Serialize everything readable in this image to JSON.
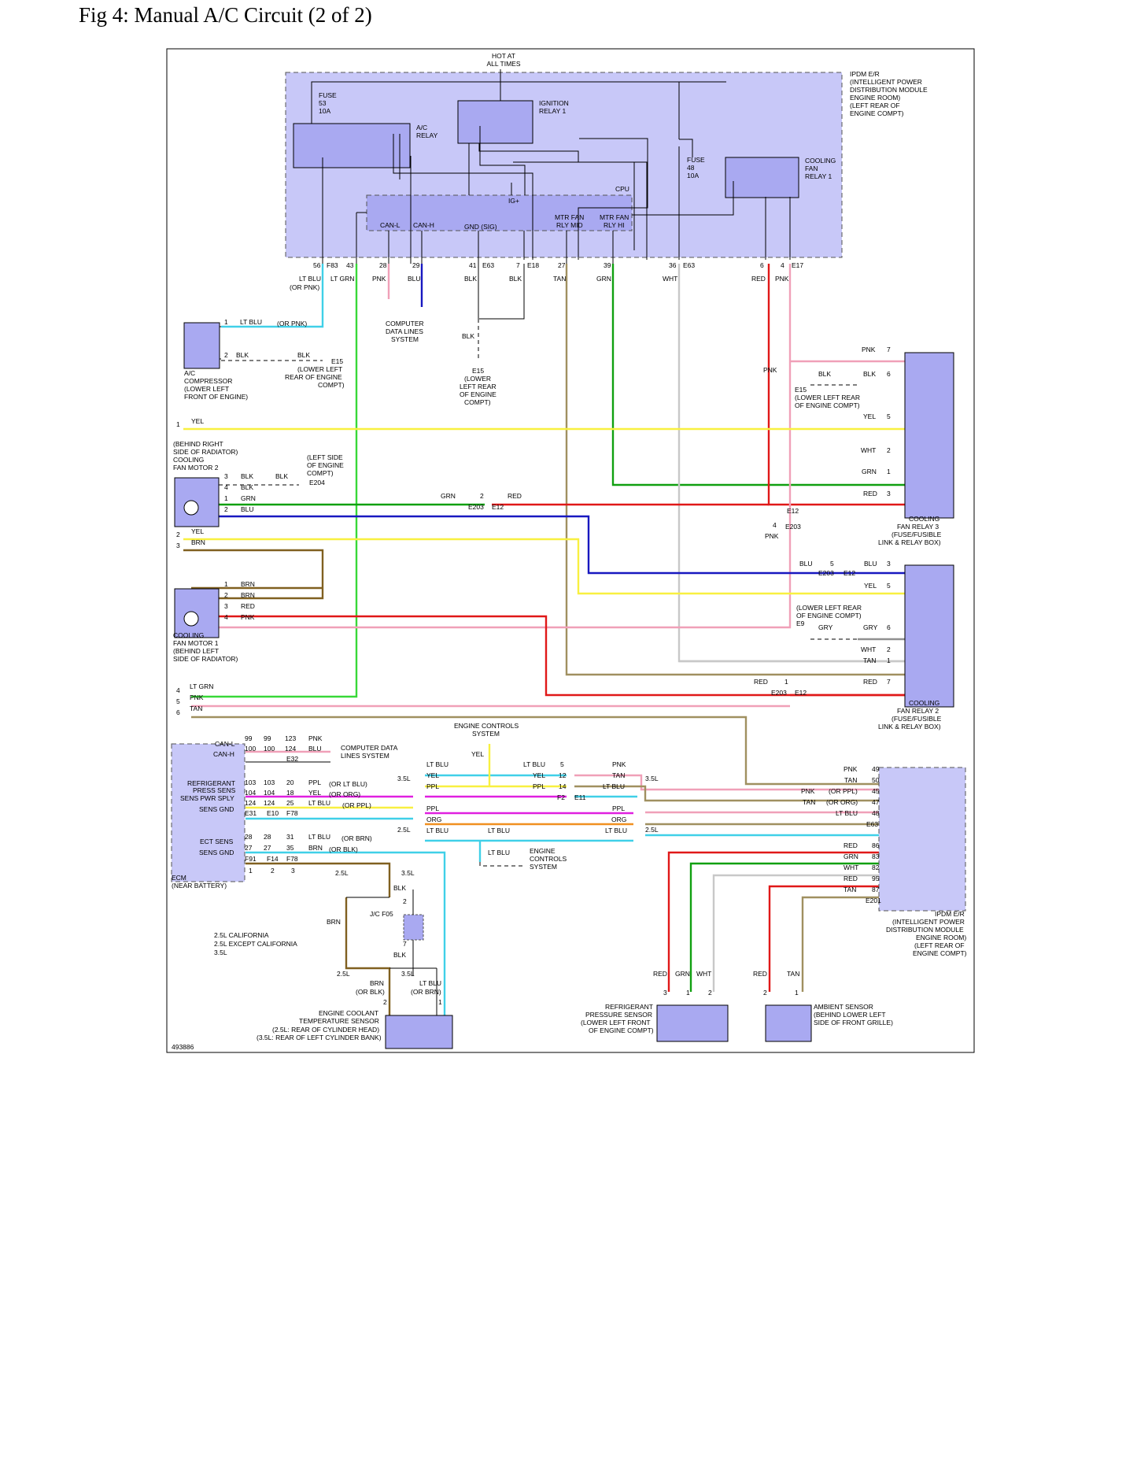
{
  "figure": {
    "title": "Fig 4: Manual A/C Circuit (2 of 2)",
    "id": "493886"
  },
  "colors": {
    "ltblu": "#40d0e8",
    "ltgrn": "#38d838",
    "pnk": "#f0a0b8",
    "blu": "#1818c0",
    "blk": "#000000",
    "tan": "#a09060",
    "grn": "#10a010",
    "wht": "#c8c8c8",
    "red": "#e01818",
    "yel": "#f8f040",
    "brn": "#806020",
    "ppl": "#e020e0",
    "org": "#f09020",
    "gry": "#909090",
    "module": "#c8c8f8",
    "relay": "#a9a9f1"
  },
  "ipdm": {
    "hot": [
      "HOT AT",
      "ALL TIMES"
    ],
    "name": [
      "IPDM E/R",
      "(INTELLIGENT POWER",
      "DISTRIBUTION MODULE",
      "ENGINE ROOM)",
      "(LEFT REAR OF",
      "ENGINE COMPT)"
    ],
    "fuse53": [
      "FUSE",
      "53",
      "10A"
    ],
    "fuse48": [
      "FUSE",
      "48",
      "10A"
    ],
    "ac_relay": [
      "A/C",
      "RELAY"
    ],
    "ign_relay": [
      "IGNITION",
      "RELAY 1"
    ],
    "cfan_relay1": [
      "COOLING",
      "FAN",
      "RELAY 1"
    ],
    "cpu": "CPU",
    "igplus": "IG+",
    "canl": "CAN-L",
    "canh": "CAN-H",
    "gnd": "GND (SIG)",
    "mtr_mid": [
      "MTR FAN",
      "RLY MID"
    ],
    "mtr_hi": [
      "MTR FAN",
      "RLY HI"
    ],
    "pins": [
      "56",
      "F83",
      "43",
      "28",
      "29",
      "41",
      "E63",
      "7",
      "E18",
      "27",
      "39",
      "36",
      "E63",
      "6",
      "4",
      "E17"
    ],
    "wires": [
      "LT BLU",
      "(OR PNK)",
      "LT GRN",
      "PNK",
      "BLU",
      "BLK",
      "BLK",
      "TAN",
      "GRN",
      "WHT",
      "RED",
      "PNK"
    ]
  },
  "ac_comp": {
    "label": [
      "A/C",
      "COMPRESSOR",
      "(LOWER LEFT",
      "FRONT OF ENGINE)"
    ],
    "p1": "1",
    "p2": "2",
    "w1": "LT BLU",
    "w1b": "(OR PNK)",
    "w2": "BLK",
    "w3": "BLK",
    "gnd": "E15",
    "gnd_loc": [
      "(LOWER LEFT",
      "REAR OF ENGINE",
      "COMPT)"
    ]
  },
  "cdl1": [
    "COMPUTER",
    "DATA LINES",
    "SYSTEM"
  ],
  "e15_mid": {
    "wire": "BLK",
    "label": [
      "E15",
      "(LOWER",
      "LEFT REAR",
      "OF ENGINE",
      "COMPT)"
    ]
  },
  "cfm2": {
    "loc": [
      "(BEHIND RIGHT",
      "SIDE OF RADIATOR)",
      "COOLING",
      "FAN MOTOR 2"
    ],
    "pins": [
      "3",
      "4",
      "1",
      "2"
    ],
    "wires": [
      "BLK",
      "BLK",
      "GRN",
      "BLU"
    ],
    "w_blk": "BLK",
    "gnd": "E204",
    "gnd_loc": [
      "(LEFT SIDE",
      "OF ENGINE",
      "COMPT)"
    ]
  },
  "left_yel": {
    "n1": "1",
    "w1": "YEL",
    "n2": "2",
    "w2": "YEL",
    "n3": "3",
    "w3": "BRN"
  },
  "cfm1": {
    "label": [
      "COOLING",
      "FAN MOTOR 1",
      "(BEHIND LEFT",
      "SIDE OF RADIATOR)"
    ],
    "pins": [
      "1",
      "2",
      "3",
      "4"
    ],
    "wires": [
      "BRN",
      "BRN",
      "RED",
      "PNK"
    ]
  },
  "mid_conn": {
    "grn": "GRN",
    "n": "2",
    "red": "RED",
    "e203": "E203",
    "e12": "E12"
  },
  "left_bottom": {
    "n4": "4",
    "w4": "LT GRN",
    "n5": "5",
    "w5": "PNK",
    "n6": "6",
    "w6": "TAN"
  },
  "relay3": {
    "label": [
      "COOLING",
      "FAN RELAY 3",
      "(FUSE/FUSIBLE",
      "LINK & RELAY BOX)"
    ],
    "pins": [
      "7",
      "6",
      "5",
      "2",
      "1",
      "3"
    ],
    "wires": [
      "PNK",
      "BLK",
      "YEL",
      "WHT",
      "GRN",
      "RED"
    ],
    "pnk": "PNK",
    "blk": "BLK",
    "e15": [
      "E15",
      "(LOWER LEFT REAR",
      "OF ENGINE COMPT)"
    ],
    "e12": "E12",
    "n4": "4",
    "e203": "E203",
    "pnk2": "PNK"
  },
  "relay2": {
    "label": [
      "COOLING",
      "FAN RELAY 2",
      "(FUSE/FUSIBLE",
      "LINK & RELAY BOX)"
    ],
    "pins": [
      "3",
      "5",
      "6",
      "2",
      "1",
      "7"
    ],
    "wires": [
      "BLU",
      "YEL",
      "GRY",
      "WHT",
      "TAN",
      "RED"
    ],
    "blu": "BLU",
    "n5": "5",
    "e203": "E203",
    "e12": "E12",
    "gry": "GRY",
    "e9": [
      "(LOWER LEFT REAR",
      "OF ENGINE COMPT)",
      "E9"
    ],
    "red": "RED",
    "n1": "1",
    "e203b": "E203",
    "e12b": "E12"
  },
  "ecm": {
    "label": [
      "ECM",
      "(NEAR BATTERY)"
    ],
    "pins": [
      "CAN-L",
      "CAN-H",
      "REFRIGERANT",
      "PRESS SENS",
      "SENS PWR SPLY",
      "SENS GND",
      "ECT SENS",
      "SENS GND"
    ],
    "c1": [
      "99",
      "100",
      "103",
      "104",
      "124",
      "28",
      "27"
    ],
    "c2": [
      "99",
      "100",
      "103",
      "104",
      "124",
      "28",
      "27"
    ],
    "c3": [
      "123",
      "124",
      "20",
      "18",
      "25",
      "31",
      "35"
    ],
    "c4": [
      "PNK",
      "BLU",
      "PPL",
      "YEL",
      "LT BLU",
      "LT BLU",
      "BRN"
    ],
    "c5": [
      "(OR LT BLU)",
      "(OR ORG)",
      "(OR PPL)",
      "(OR BRN)",
      "(OR BLK)"
    ],
    "conns": [
      "E32",
      "E31",
      "E10",
      "F78",
      "F91",
      "F14",
      "F78"
    ],
    "nums": [
      "1",
      "2",
      "3"
    ],
    "cdl": [
      "COMPUTER DATA",
      "LINES SYSTEM"
    ],
    "legend": [
      "2.5L CALIFORNIA",
      "2.5L EXCEPT CALIFORNIA",
      "3.5L"
    ]
  },
  "ecs_top": {
    "label": [
      "ENGINE CONTROLS",
      "SYSTEM"
    ],
    "yel": "YEL"
  },
  "splice": {
    "left": [
      "LT BLU",
      "YEL",
      "PPL",
      "PPL",
      "ORG",
      "LT BLU",
      "LT BLU"
    ],
    "right": [
      "LT BLU",
      "YEL",
      "PPL",
      "LT BLU",
      "PPL",
      "ORG",
      "LT BLU"
    ],
    "pins": [
      "5",
      "12",
      "14"
    ],
    "pnk": "PNK",
    "tan": "TAN",
    "ltblu": "LT BLU",
    "f2": "F2",
    "e11": "E11",
    "l35": "3.5L",
    "l25": "2.5L",
    "r35": "3.5L",
    "r25": "2.5L",
    "ecs": [
      "ENGINE",
      "CONTROLS",
      "SYSTEM"
    ],
    "ltblu2": "LT BLU"
  },
  "ect": {
    "label": [
      "ENGINE COOLANT",
      "TEMPERATURE SENSOR",
      "(2.5L: REAR OF CYLINDER HEAD)",
      "(3.5L: REAR OF LEFT CYLINDER BANK)"
    ],
    "jc": "J/C F05",
    "blk": "BLK",
    "brn": "BRN",
    "n2": "2",
    "n7": "7",
    "brn2": "BRN",
    "orblk": "(OR BLK)",
    "ltblu": "LT BLU",
    "orbrn": "(OR BRN)",
    "p2": "2",
    "p1": "1",
    "l25": "2.5L",
    "l35": "3.5L"
  },
  "ipdm2": {
    "label": [
      "IPDM E/R",
      "(INTELLIGENT POWER",
      "DISTRIBUTION MODULE",
      "ENGINE ROOM)",
      "(LEFT REAR OF",
      "ENGINE COMPT)"
    ],
    "pins": [
      "49",
      "50",
      "45",
      "47",
      "48",
      "86",
      "83",
      "82",
      "95",
      "87"
    ],
    "wires": [
      "PNK",
      "TAN",
      "PNK",
      "TAN",
      "LT BLU",
      "RED",
      "GRN",
      "WHT",
      "RED",
      "TAN"
    ],
    "or": [
      "(OR PPL)",
      "(OR ORG)"
    ],
    "e63": "E63",
    "e201": "E201"
  },
  "rps": {
    "label": [
      "REFRIGERANT",
      "PRESSURE SENSOR",
      "(LOWER LEFT FRONT",
      "OF ENGINE COMPT)"
    ],
    "wires": [
      "RED",
      "GRN",
      "WHT"
    ],
    "pins": [
      "3",
      "1",
      "2"
    ]
  },
  "amb": {
    "label": [
      "AMBIENT SENSOR",
      "(BEHIND LOWER LEFT",
      "SIDE OF FRONT GRILLE)"
    ],
    "wires": [
      "RED",
      "TAN"
    ],
    "pins": [
      "2",
      "1"
    ]
  }
}
